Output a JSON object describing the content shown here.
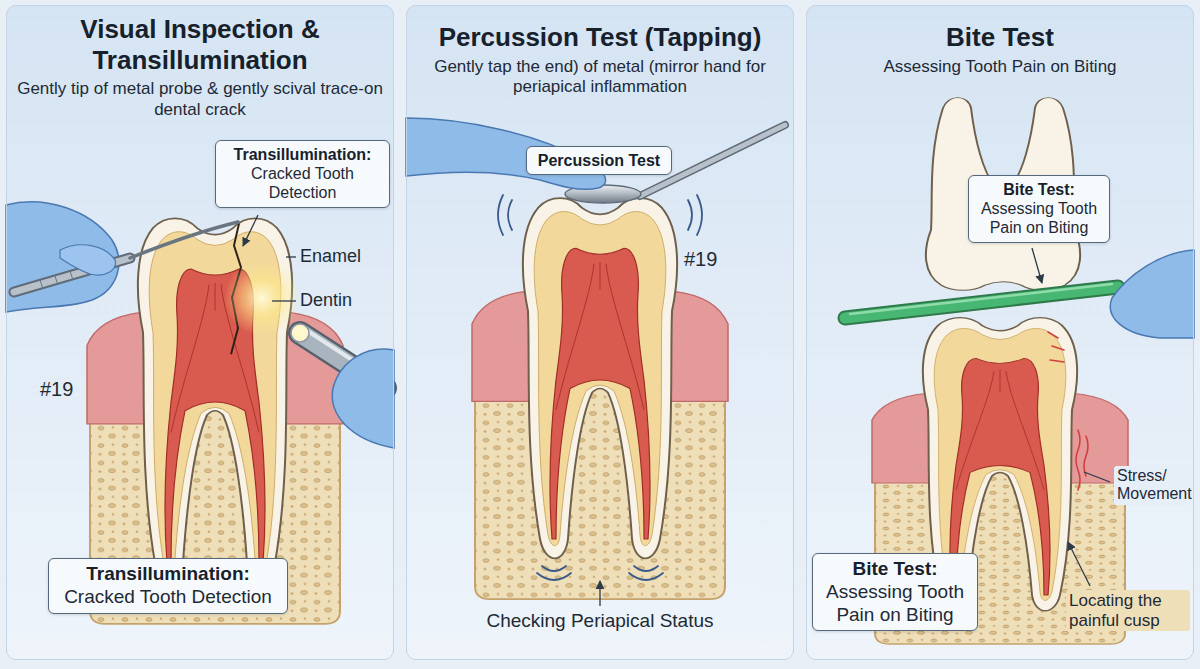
{
  "diagram": {
    "nodes": [
      {
        "text": [
          "Visual Inspection & Transillumination",
          "Gently tip of metal probe & gently scival trace-on dental crack"
        ]
      },
      {
        "text": [
          "Transillumination:",
          "Cracked Tooth Detection"
        ],
        "in": 0
      },
      {
        "text": [
          "Transillumination:",
          "Cracked Tooth Detection"
        ],
        "in": 0
      },
      {
        "text": [
          "Percussion Test (Tapping)",
          "Gently tap the end) of metal (mirror hand for periapical inflammation"
        ]
      },
      {
        "text": [
          "Percussion Test"
        ],
        "in": 3
      },
      {
        "text": [
          "Bite Test",
          "Assessing Tooth Pain on Biting"
        ]
      },
      {
        "text": [
          "Bite Test:",
          "Assessing Tooth Pain on Biting"
        ],
        "in": 5
      },
      {
        "text": [
          "Bite Test:",
          "Assessing Tooth Pain on Biting"
        ],
        "in": 5
      }
    ],
    "labels": [
      "Enamel",
      "Dentin",
      "#19",
      "#19",
      "Checking Periapical Status",
      "Stress/ Movement",
      "Locating the painful cusp"
    ]
  }
}
